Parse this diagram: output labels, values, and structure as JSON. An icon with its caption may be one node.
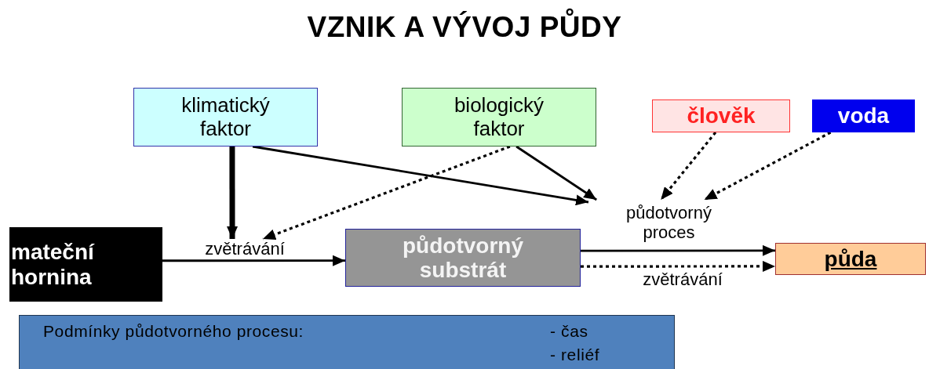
{
  "diagram": {
    "title": "VZNIK A VÝVOJ PŮDY",
    "nodes": [
      {
        "text": [
          "klimatický faktor"
        ]
      },
      {
        "text": [
          "biologický faktor"
        ]
      },
      {
        "text": [
          "člověk"
        ]
      },
      {
        "text": [
          "voda"
        ]
      },
      {
        "text": [
          "zvětrávání"
        ]
      },
      {
        "text": [
          "mateční hornina"
        ]
      },
      {
        "text": [
          "půdotvorný substrát"
        ]
      },
      {
        "text": [
          "půdotvorný proces"
        ]
      },
      {
        "text": [
          "půda"
        ]
      },
      {
        "text": [
          "Podmínky půdotvorného procesu:",
          "- čas",
          "- reliéf"
        ]
      }
    ],
    "edges": [
      {
        "from": 0,
        "to": 4,
        "arrow": "to",
        "style": "thick"
      },
      {
        "from": 1,
        "to": 4,
        "arrow": "to",
        "style": "dashed"
      },
      {
        "from": 0,
        "to": 7,
        "arrow": "to"
      },
      {
        "from": 1,
        "to": 7,
        "arrow": "to"
      },
      {
        "from": 2,
        "to": 7,
        "arrow": "to",
        "style": "dashed"
      },
      {
        "from": 3,
        "to": 7,
        "arrow": "to",
        "style": "dashed"
      },
      {
        "from": 5,
        "to": 6,
        "arrow": "to"
      },
      {
        "from": 6,
        "to": 8,
        "arrow": "to"
      },
      {
        "from": 6,
        "to": 8,
        "arrow": "to",
        "style": "dashed",
        "label": "zvětrávání"
      }
    ]
  }
}
